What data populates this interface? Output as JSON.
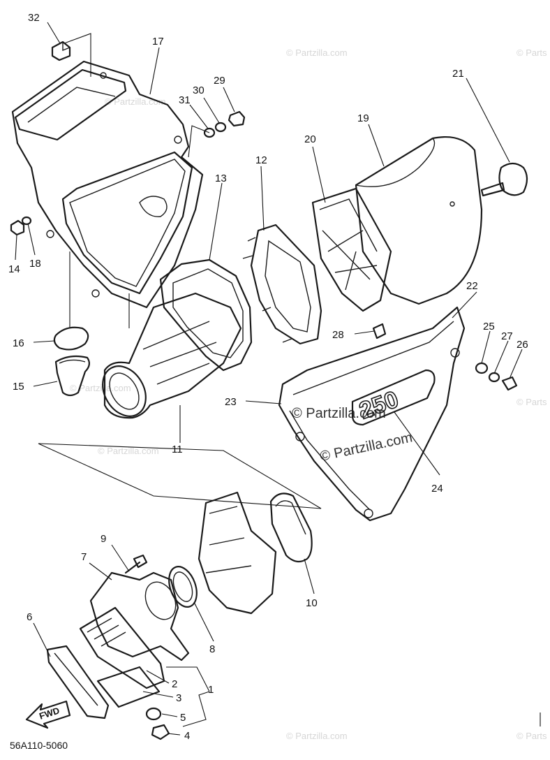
{
  "diagram": {
    "code": "56A110-5060",
    "fwd_label": "FWD",
    "cover_logo": "250",
    "watermark": "© Partzilla.com",
    "watermark_small": "© Parts"
  },
  "callouts": [
    {
      "id": "1",
      "label": "1"
    },
    {
      "id": "2",
      "label": "2"
    },
    {
      "id": "3",
      "label": "3"
    },
    {
      "id": "4",
      "label": "4"
    },
    {
      "id": "5",
      "label": "5"
    },
    {
      "id": "6",
      "label": "6"
    },
    {
      "id": "7",
      "label": "7"
    },
    {
      "id": "8",
      "label": "8"
    },
    {
      "id": "9",
      "label": "9"
    },
    {
      "id": "10",
      "label": "10"
    },
    {
      "id": "11",
      "label": "11"
    },
    {
      "id": "12",
      "label": "12"
    },
    {
      "id": "13",
      "label": "13"
    },
    {
      "id": "14",
      "label": "14"
    },
    {
      "id": "15",
      "label": "15"
    },
    {
      "id": "16",
      "label": "16"
    },
    {
      "id": "17",
      "label": "17"
    },
    {
      "id": "18",
      "label": "18"
    },
    {
      "id": "19",
      "label": "19"
    },
    {
      "id": "20",
      "label": "20"
    },
    {
      "id": "21",
      "label": "21"
    },
    {
      "id": "22",
      "label": "22"
    },
    {
      "id": "23",
      "label": "23"
    },
    {
      "id": "24",
      "label": "24"
    },
    {
      "id": "25",
      "label": "25"
    },
    {
      "id": "26",
      "label": "26"
    },
    {
      "id": "27",
      "label": "27"
    },
    {
      "id": "28",
      "label": "28"
    },
    {
      "id": "29",
      "label": "29"
    },
    {
      "id": "30",
      "label": "30"
    },
    {
      "id": "31",
      "label": "31"
    },
    {
      "id": "32",
      "label": "32"
    }
  ]
}
